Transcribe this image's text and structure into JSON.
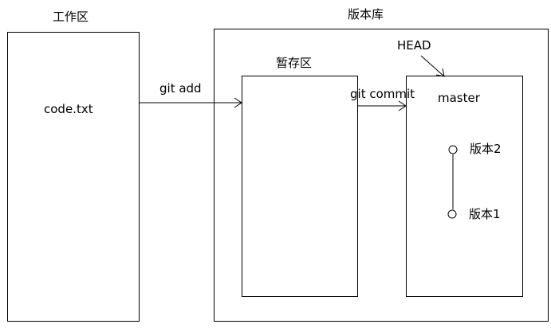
{
  "working_directory": {
    "title": "工作区",
    "file": "code.txt"
  },
  "repository": {
    "title": "版本库",
    "staging_area": {
      "title": "暂存区"
    },
    "branch": {
      "name": "master",
      "head_label": "HEAD",
      "commits": [
        "版本2",
        "版本1"
      ]
    }
  },
  "arrows": {
    "add_label": "git add",
    "commit_label": "git commit"
  }
}
